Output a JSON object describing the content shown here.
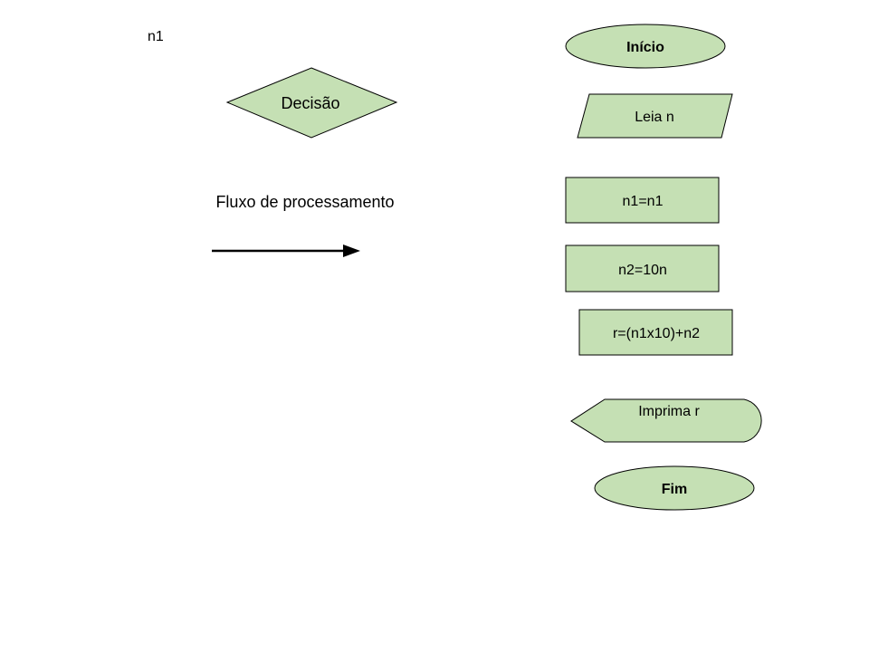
{
  "legend": {
    "loose_label": "n1",
    "decision_label": "Decisão",
    "flow_label": "Fluxo de processamento"
  },
  "flowchart": {
    "start_label": "Início",
    "input_label": "Leia n",
    "step1_label": "n1=n1",
    "step2_label": "n2=10n",
    "step3_label": "r=(n1x10)+n2",
    "output_label": "Imprima r",
    "end_label": "Fim"
  },
  "colors": {
    "shape_fill": "#c5e0b4",
    "shape_stroke": "#000000",
    "text": "#000000"
  }
}
